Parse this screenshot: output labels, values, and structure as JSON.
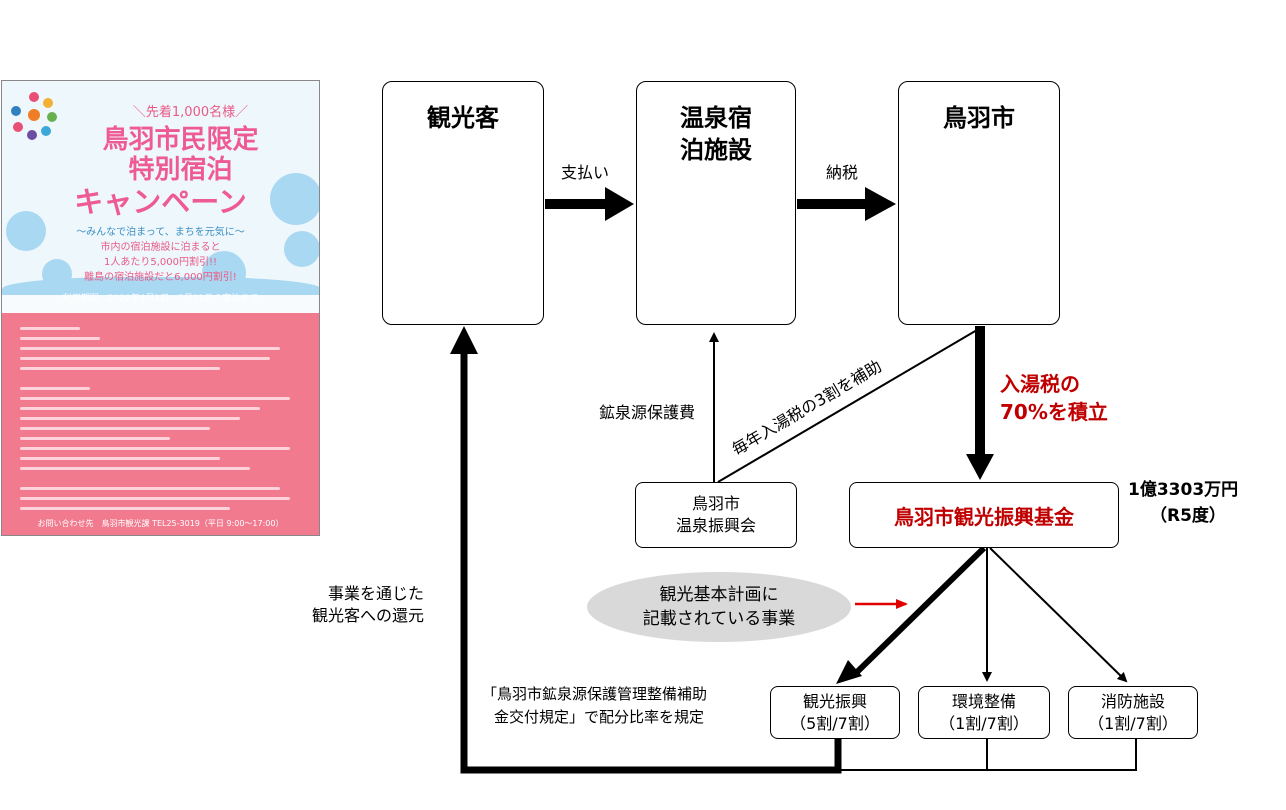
{
  "nodes": {
    "tourist": "観光客",
    "onsen_facility": [
      "温泉宿",
      "泊施設"
    ],
    "toba_city": "鳥羽市",
    "onsen_assoc": [
      "鳥羽市",
      "温泉振興会"
    ],
    "fund": "鳥羽市観光振興基金",
    "plan_note": [
      "観光基本計画に",
      "記載されている事業"
    ],
    "tourism_promo": [
      "観光振興",
      "（5割/7割）"
    ],
    "environment": [
      "環境整備",
      "（1割/7割）"
    ],
    "fire": [
      "消防施設",
      "（1割/7割）"
    ]
  },
  "labels": {
    "payment": "支払い",
    "tax_payment": "納税",
    "spring_protection": "鉱泉源保護費",
    "subsidy": "毎年入湯税の3割を補助",
    "accumulate": [
      "入湯税の",
      "70%を積立"
    ],
    "fund_amount": [
      "1億3303万円",
      "（R5度）"
    ],
    "return": [
      "事業を通じた",
      "観光客への還元"
    ],
    "rule": [
      "「鳥羽市鉱泉源保護管理整備補助",
      "金交付規定」で配分比率を規定"
    ]
  },
  "poster": {
    "header": "＼先着1,000名様／",
    "title": [
      "鳥羽市民限定",
      "特別宿泊",
      "キャンペーン"
    ],
    "lead": [
      "～みんなで泊まって、まちを元気に～",
      "市内の宿泊施設に泊まると",
      "1人あたり5,000円割引!!",
      "離島の宿泊施設だと6,000円割引!"
    ],
    "period": "利用期間：2020年4月1日～5月31日の宿泊まで",
    "contact": "お問い合わせ先　鳥羽市観光課 TEL25-3019（平日 9:00～17:00）"
  },
  "colors": {
    "accent_red": "#c00000",
    "poster_pink": "#f27a8f",
    "poster_blue": "#a9d8f2",
    "note_gray": "#d9d9d9"
  },
  "icons": [
    "family-icon",
    "couple-icon",
    "hotel-building-icon",
    "small-building-icon",
    "city-hall-icon"
  ]
}
